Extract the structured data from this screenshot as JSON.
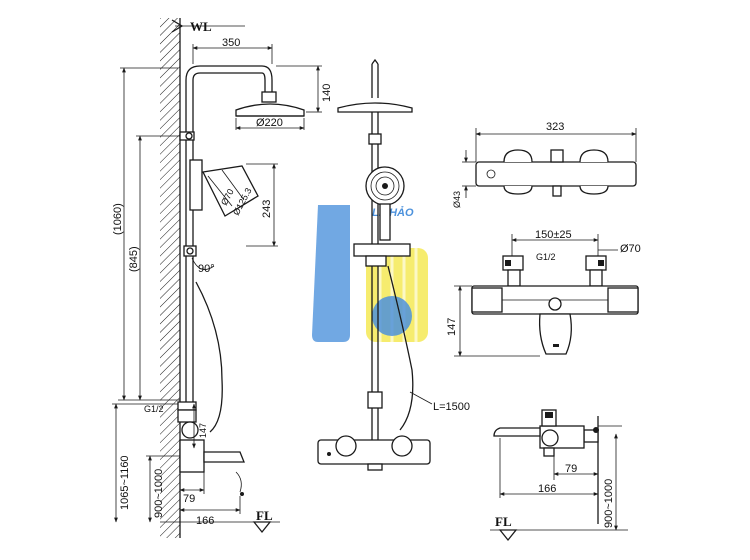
{
  "levels": {
    "wl": "WL",
    "fl_left": "FL",
    "fl_right": "FL"
  },
  "dims": {
    "d350": "350",
    "d140": "140",
    "d220": "Ø220",
    "d1060": "(1060)",
    "d845": "(845)",
    "d243": "243",
    "d70": "Ø70",
    "d125": "Ø125.3",
    "d90": "90°",
    "g12_left": "G1/2",
    "d147_left": "147",
    "d79_left": "79",
    "d166_left": "166",
    "d1065": "1065~1160",
    "d900_left": "900~1000",
    "hose": "L=1500",
    "d323": "323",
    "d43": "Ø43",
    "d150": "150±25",
    "d70_right": "Ø70",
    "g12_right": "G1/2",
    "d147_right": "147",
    "d79_right": "79",
    "d166_right": "166",
    "d900_right": "900~1000"
  },
  "watermark": {
    "text": "LÊ HẢO"
  },
  "colors": {
    "ink": "#1a1a1a",
    "watermark_blue": "#2e7fd6",
    "watermark_yellow": "#f2e21c"
  }
}
